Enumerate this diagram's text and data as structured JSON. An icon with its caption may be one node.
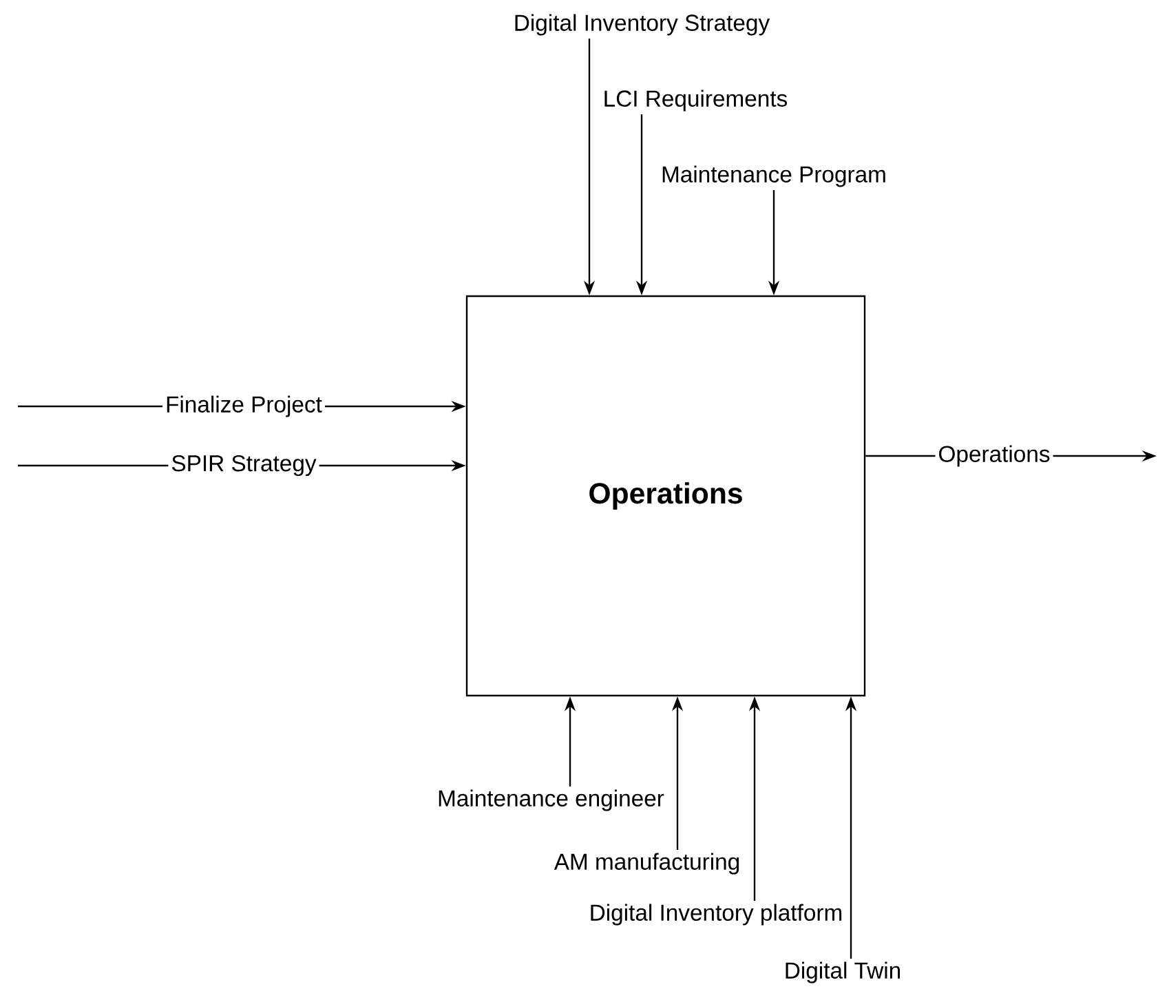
{
  "diagram": {
    "nodes": [
      {
        "text": [
          "Operations"
        ]
      },
      {
        "text": [
          "Digital Inventory Strategy"
        ]
      },
      {
        "text": [
          "LCI Requirements"
        ]
      },
      {
        "text": [
          "Maintenance Program"
        ]
      },
      {
        "text": [
          "Maintenance engineer"
        ]
      },
      {
        "text": [
          "AM manufacturing"
        ]
      },
      {
        "text": [
          "Digital Inventory platform"
        ]
      },
      {
        "text": [
          "Digital Twin"
        ]
      }
    ],
    "edges": [
      {
        "from": 1,
        "to": 0,
        "arrow": "to"
      },
      {
        "from": 2,
        "to": 0,
        "arrow": "to"
      },
      {
        "from": 3,
        "to": 0,
        "arrow": "to"
      },
      {
        "from": null,
        "to": 0,
        "arrow": "to",
        "label": "Finalize Project"
      },
      {
        "from": null,
        "to": 0,
        "arrow": "to",
        "label": "SPIR Strategy"
      },
      {
        "from": 0,
        "to": null,
        "arrow": "to",
        "label": "Operations"
      },
      {
        "from": 4,
        "to": 0,
        "arrow": "to"
      },
      {
        "from": 5,
        "to": 0,
        "arrow": "to"
      },
      {
        "from": 6,
        "to": 0,
        "arrow": "to"
      },
      {
        "from": 7,
        "to": 0,
        "arrow": "to"
      }
    ]
  }
}
